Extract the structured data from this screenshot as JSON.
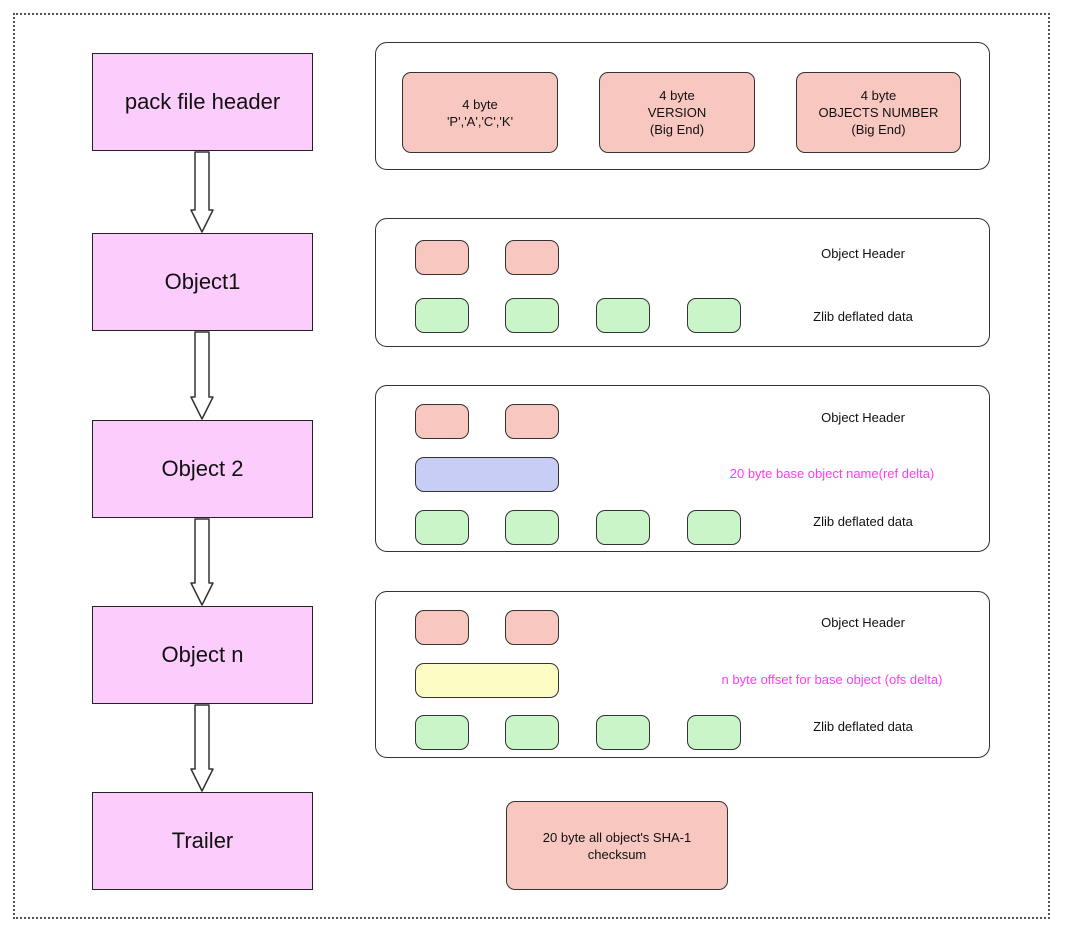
{
  "stages": [
    {
      "label": "pack file header"
    },
    {
      "label": "Object1"
    },
    {
      "label": "Object 2"
    },
    {
      "label": "Object n"
    },
    {
      "label": "Trailer"
    }
  ],
  "header_fields": [
    {
      "line1": "4 byte",
      "line2": "'P','A','C','K'",
      "line3": ""
    },
    {
      "line1": "4 byte",
      "line2": "VERSION",
      "line3": "(Big End)"
    },
    {
      "line1": "4 byte",
      "line2": "OBJECTS NUMBER",
      "line3": "(Big End)"
    }
  ],
  "labels": {
    "object_header": "Object Header",
    "zlib_data": "Zlib deflated data",
    "ref_delta": "20 byte base object name(ref delta)",
    "ofs_delta": "n byte offset for base object (ofs delta)"
  },
  "trailer": {
    "line1": "20 byte all object's SHA-1",
    "line2": "checksum"
  },
  "colors": {
    "stage_fill": "#fccdfc",
    "header_byte": "#f8c7c0",
    "data_byte": "#c9f5c9",
    "ref_delta_fill": "#c8cdf6",
    "ofs_delta_fill": "#fdfcc4",
    "delta_label_text": "#ff3df0"
  }
}
